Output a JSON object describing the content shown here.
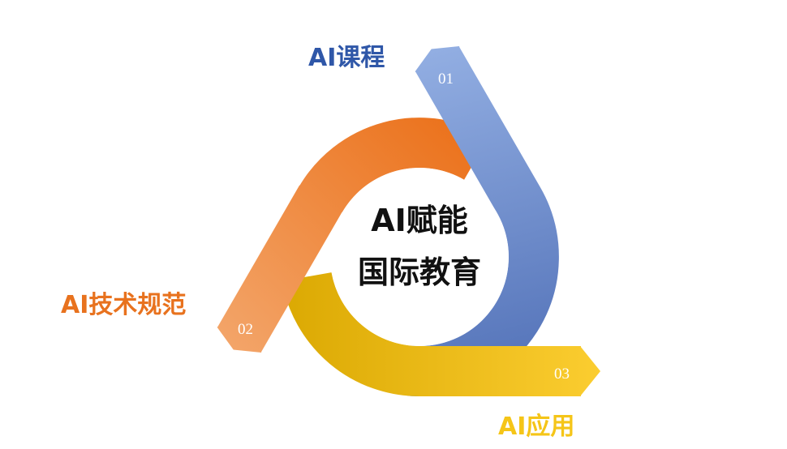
{
  "center": {
    "line1": "AI赋能",
    "line2": "国际教育"
  },
  "steps": [
    {
      "number": "01",
      "label": "AI课程",
      "color": "#2f57a8"
    },
    {
      "number": "02",
      "label": "AI技术规范",
      "color": "#e8721e"
    },
    {
      "number": "03",
      "label": "AI应用",
      "color": "#f5c518"
    }
  ]
}
